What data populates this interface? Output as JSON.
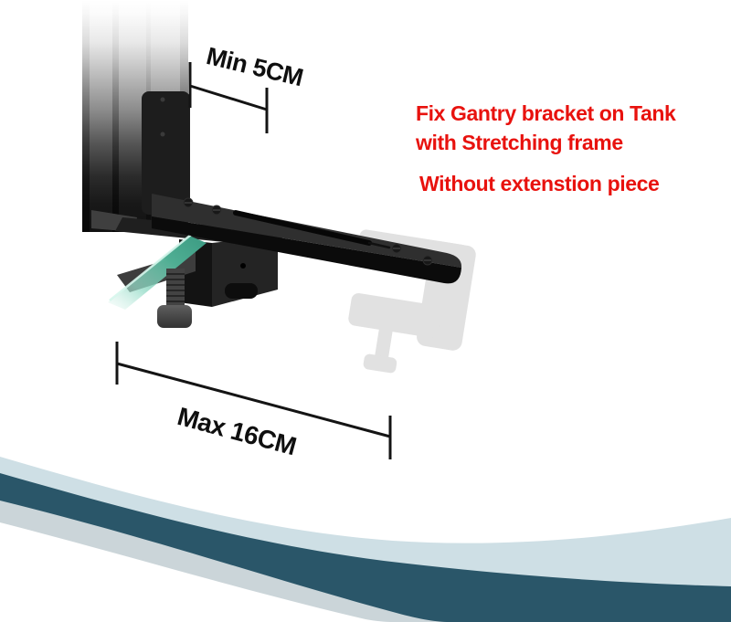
{
  "annotations": {
    "min_measurement": "Min 5CM",
    "max_measurement": "Max 16CM",
    "heading_line1": "Fix Gantry bracket on Tank",
    "heading_line2": "with Stretching frame",
    "subheading": "Without extenstion piece"
  },
  "colors": {
    "annotation_red": "#e8120e",
    "measurement_black": "#141414",
    "wave_light_blue": "#cedfe5",
    "wave_dark_teal": "#2a5669",
    "wave_gray": "#cbd5d9",
    "glass_green": "#4fae93"
  }
}
